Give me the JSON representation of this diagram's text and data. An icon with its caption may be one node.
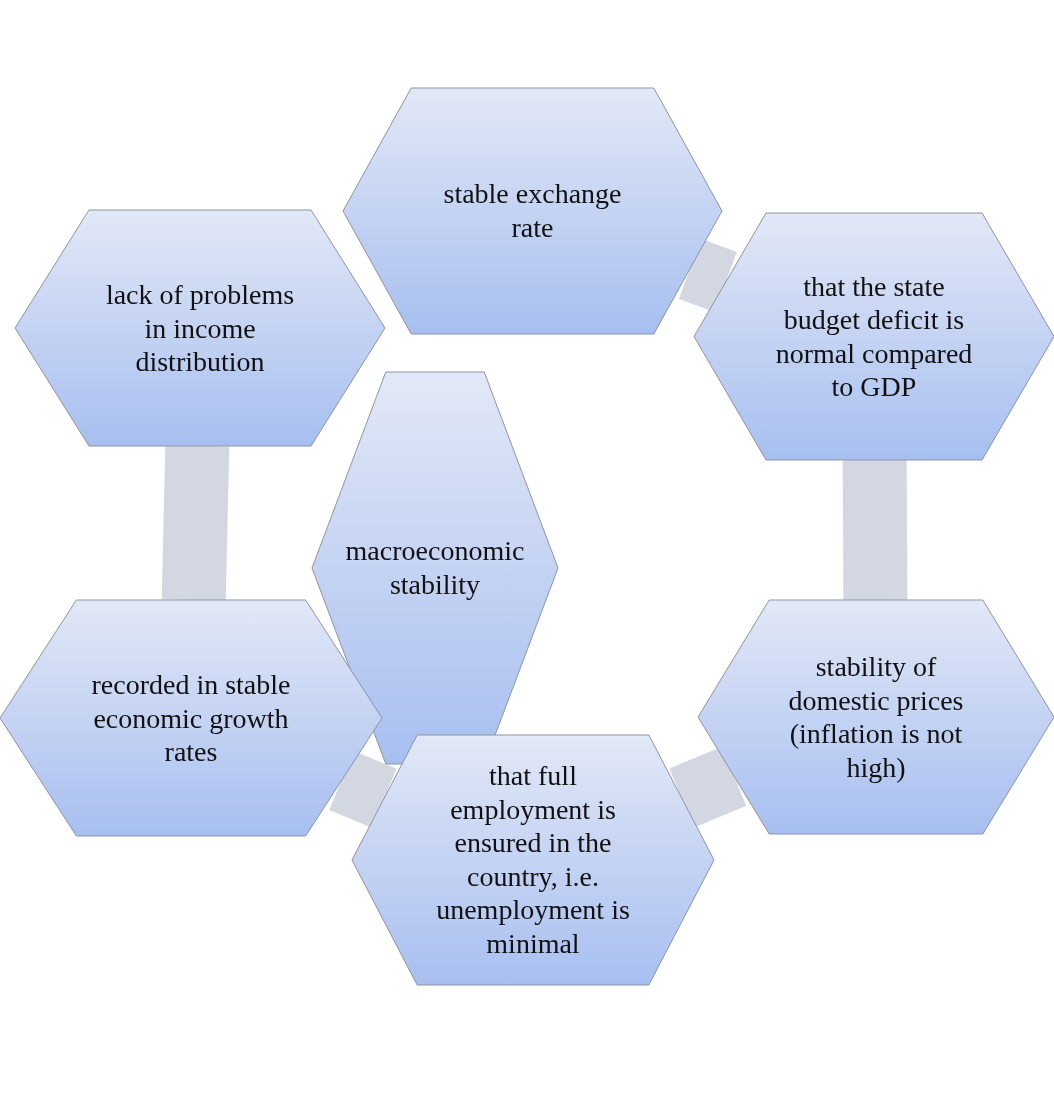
{
  "diagram": {
    "nodes": [
      {
        "text": [
          "macroeconomic stability"
        ]
      },
      {
        "text": [
          "stable exchange rate"
        ]
      },
      {
        "text": [
          "that the state budget deficit is normal compared to GDP"
        ]
      },
      {
        "text": [
          "stability of domestic prices (inflation is not high)"
        ]
      },
      {
        "text": [
          "that full employment is ensured in the country, i.e. unemployment is minimal"
        ]
      },
      {
        "text": [
          "recorded in stable economic growth rates"
        ]
      },
      {
        "text": [
          "lack of problems in income distribution"
        ]
      }
    ],
    "edges": [
      {
        "from": 1,
        "to": 2,
        "arrow": "none"
      },
      {
        "from": 2,
        "to": 3,
        "arrow": "none"
      },
      {
        "from": 3,
        "to": 4,
        "arrow": "none"
      },
      {
        "from": 4,
        "to": 5,
        "arrow": "none"
      },
      {
        "from": 5,
        "to": 6,
        "arrow": "none"
      }
    ]
  }
}
